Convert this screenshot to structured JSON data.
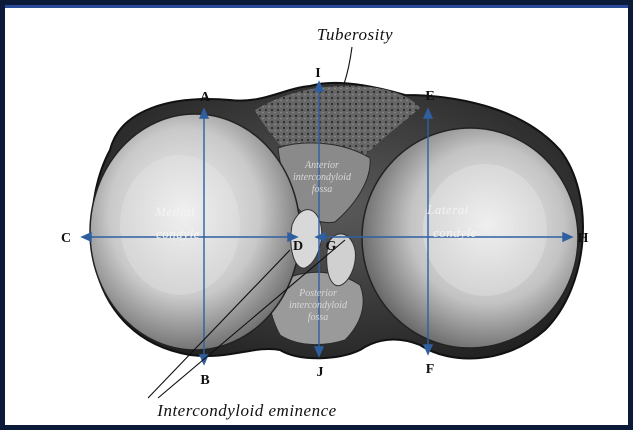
{
  "annotations": {
    "tuberosity": "Tuberosity",
    "medial_condyle_line1": "Medial",
    "medial_condyle_line2": "condyle",
    "lateral_condyle_line1": "Lateral",
    "lateral_condyle_line2": "condyle",
    "intercondyloid_eminence": "Intercondyloid eminence",
    "anterior_fossa_line1": "Anterior",
    "anterior_fossa_line2": "intercondyloid",
    "anterior_fossa_line3": "fossa",
    "posterior_fossa_line1": "Posterior",
    "posterior_fossa_line2": "intercondyloid",
    "posterior_fossa_line3": "fossa"
  },
  "points": {
    "A": "A",
    "B": "B",
    "C": "C",
    "D": "D",
    "E": "E",
    "F": "F",
    "G": "G",
    "H": "H",
    "I": "I",
    "J": "J"
  },
  "colors": {
    "measure_line": "#2f5f9f",
    "frame": "#0c1a3a"
  }
}
